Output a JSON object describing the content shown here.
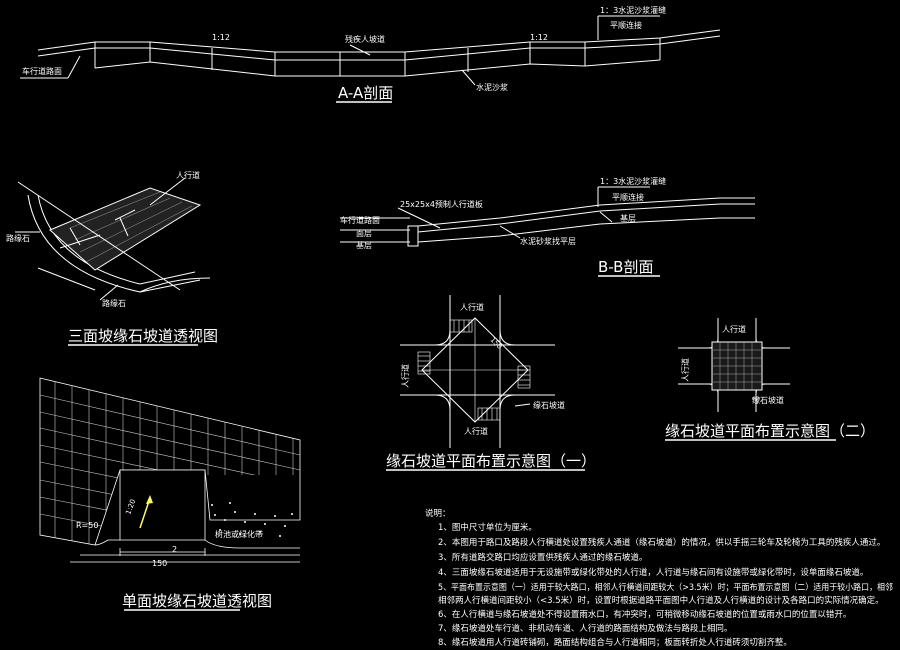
{
  "section_aa": {
    "title": "A-A剖面",
    "road_label": "车行道路面",
    "slope_left": "1:12",
    "slope_right": "1:12",
    "ramp_label": "残疾人坡道",
    "mortar_label": "水泥沙浆",
    "joint_line1": "1：3水泥沙浆灌缝",
    "joint_line2": "平顺连接"
  },
  "section_bb": {
    "title": "B-B剖面",
    "slab_label": "25x25x4预制人行道板",
    "road_label": "车行道路面",
    "layer1": "面层",
    "layer2": "基层",
    "mortar_label": "水泥砂浆找平层",
    "joint_line1": "1：3水泥沙浆灌缝",
    "joint_line2": "平顺连接",
    "base_label": "基层"
  },
  "three_face": {
    "title": "三面坡缘石坡道透视图",
    "sidewalk": "人行道",
    "curb1": "路缘石",
    "curb2": "路缘石"
  },
  "single_face": {
    "title": "单面坡缘石坡道透视图",
    "radius": "R=50",
    "dim_width": "150",
    "dim_small": "2",
    "dim_slope": "1:20",
    "green_belt": "树池或绿化带"
  },
  "plan_one": {
    "title": "缘石坡道平面布置示意图（一）",
    "sidewalk_top": "人行道",
    "sidewalk_left": "人行道",
    "sidewalk_bottom": "人行道",
    "ramp": "缘石坡道",
    "dim": "150"
  },
  "plan_two": {
    "title": "缘石坡道平面布置示意图（二）",
    "sidewalk_top": "人行道",
    "sidewalk_left": "人行道",
    "ramp": "缘石坡道"
  },
  "notes": {
    "heading": "说明：",
    "items": [
      "1、图中尺寸单位为厘米。",
      "2、本图用于路口及路段人行横道处设置残疾人通道（缘石坡道）的情况，供以手摇三轮车及轮椅为工具的残疾人通过。",
      "3、所有道路交路口均应设置供残疾人通过的缘石坡道。",
      "4、三面坡缘石坡道适用于无设施带或绿化带处的人行道，人行道与缘石间有设施带或绿化带时，设单面缘石坡道。",
      "5、平面布置示意图（一）适用于较大路口，相邻人行横道间距较大（>3.5米）时；平面布置示意图（二）适用于较小路口，相邻",
      "   相邻两人行横道间距较小（<3.5米）时，设置时根据道路平面图中人行道及人行横道的设计及各路口的实际情况确定。",
      "6、在人行横道与缘石坡道处不得设置雨水口，有冲突时，可稍微移动缘石坡道的位置或雨水口的位置以错开。",
      "7、缘石坡道处车行道、非机动车道、人行道的路面结构及做法与路段上相同。",
      "8、缘石坡道用人行道砖铺砌，路面结构组合与人行道相同；板面转折处人行道砖须切割齐整。"
    ]
  }
}
